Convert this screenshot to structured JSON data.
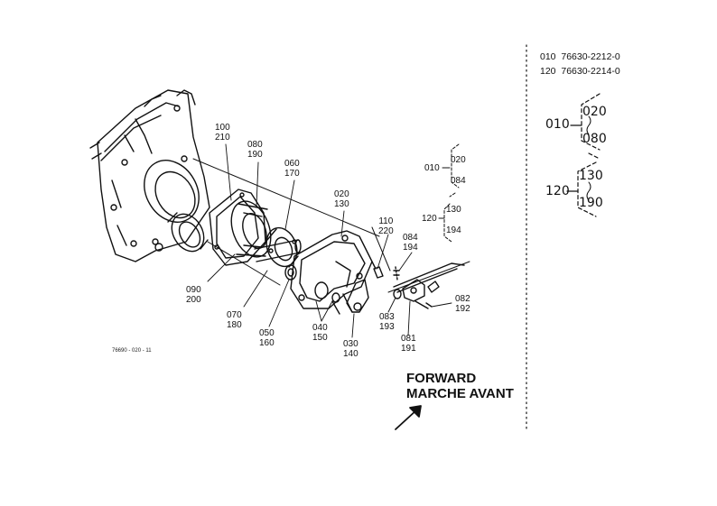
{
  "callouts": [
    {
      "id": "c-100-210",
      "text": "100\n210"
    },
    {
      "id": "c-080-190",
      "text": "080\n190"
    },
    {
      "id": "c-060-170",
      "text": "060\n170"
    },
    {
      "id": "c-020-130",
      "text": "020\n130"
    },
    {
      "id": "c-110-220",
      "text": "110\n220"
    },
    {
      "id": "c-084-194",
      "text": "084\n194"
    },
    {
      "id": "c-082-192",
      "text": "082\n192"
    },
    {
      "id": "c-090-200",
      "text": "090\n200"
    },
    {
      "id": "c-070-180",
      "text": "070\n180"
    },
    {
      "id": "c-050-160",
      "text": "050\n160"
    },
    {
      "id": "c-040-150",
      "text": "040\n150"
    },
    {
      "id": "c-030-140",
      "text": "030\n140"
    },
    {
      "id": "c-083-193",
      "text": "083\n193"
    },
    {
      "id": "c-081-191",
      "text": "081\n191"
    }
  ],
  "small_groups": {
    "g1_head": "010",
    "g1_top": "020",
    "g1_bottom": "084",
    "g2_head": "120",
    "g2_top": "130",
    "g2_bottom": "194"
  },
  "part_numbers": {
    "line1": "010  76630-2212-0",
    "line2": "120  76630-2214-0"
  },
  "large_groups": {
    "g1_head": "010",
    "g1_top": "020",
    "g1_bottom": "080",
    "g2_head": "120",
    "g2_top": "130",
    "g2_bottom": "190"
  },
  "direction": {
    "line1": "FORWARD",
    "line2": "MARCHE AVANT"
  },
  "figure_code": "76690 - 020 - 11",
  "colors": {
    "ink": "#111111",
    "paper": "#ffffff"
  }
}
